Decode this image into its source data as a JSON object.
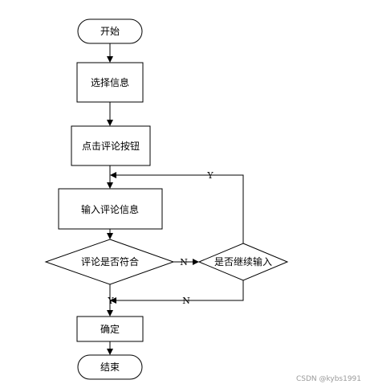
{
  "diagram": {
    "nodes": {
      "start": "开始",
      "select_info": "选择信息",
      "click_comment": "点击评论按钮",
      "input_comment": "输入评论信息",
      "comment_ok": "评论是否符合",
      "continue_input": "是否继续输入",
      "confirm": "确定",
      "end": "结束"
    },
    "edge_labels": {
      "no_to_continue": "N",
      "yes_loop_back": "Y",
      "yes_to_confirm": "Y",
      "no_to_confirm": "N"
    }
  },
  "watermark": "CSDN @kybs1991"
}
